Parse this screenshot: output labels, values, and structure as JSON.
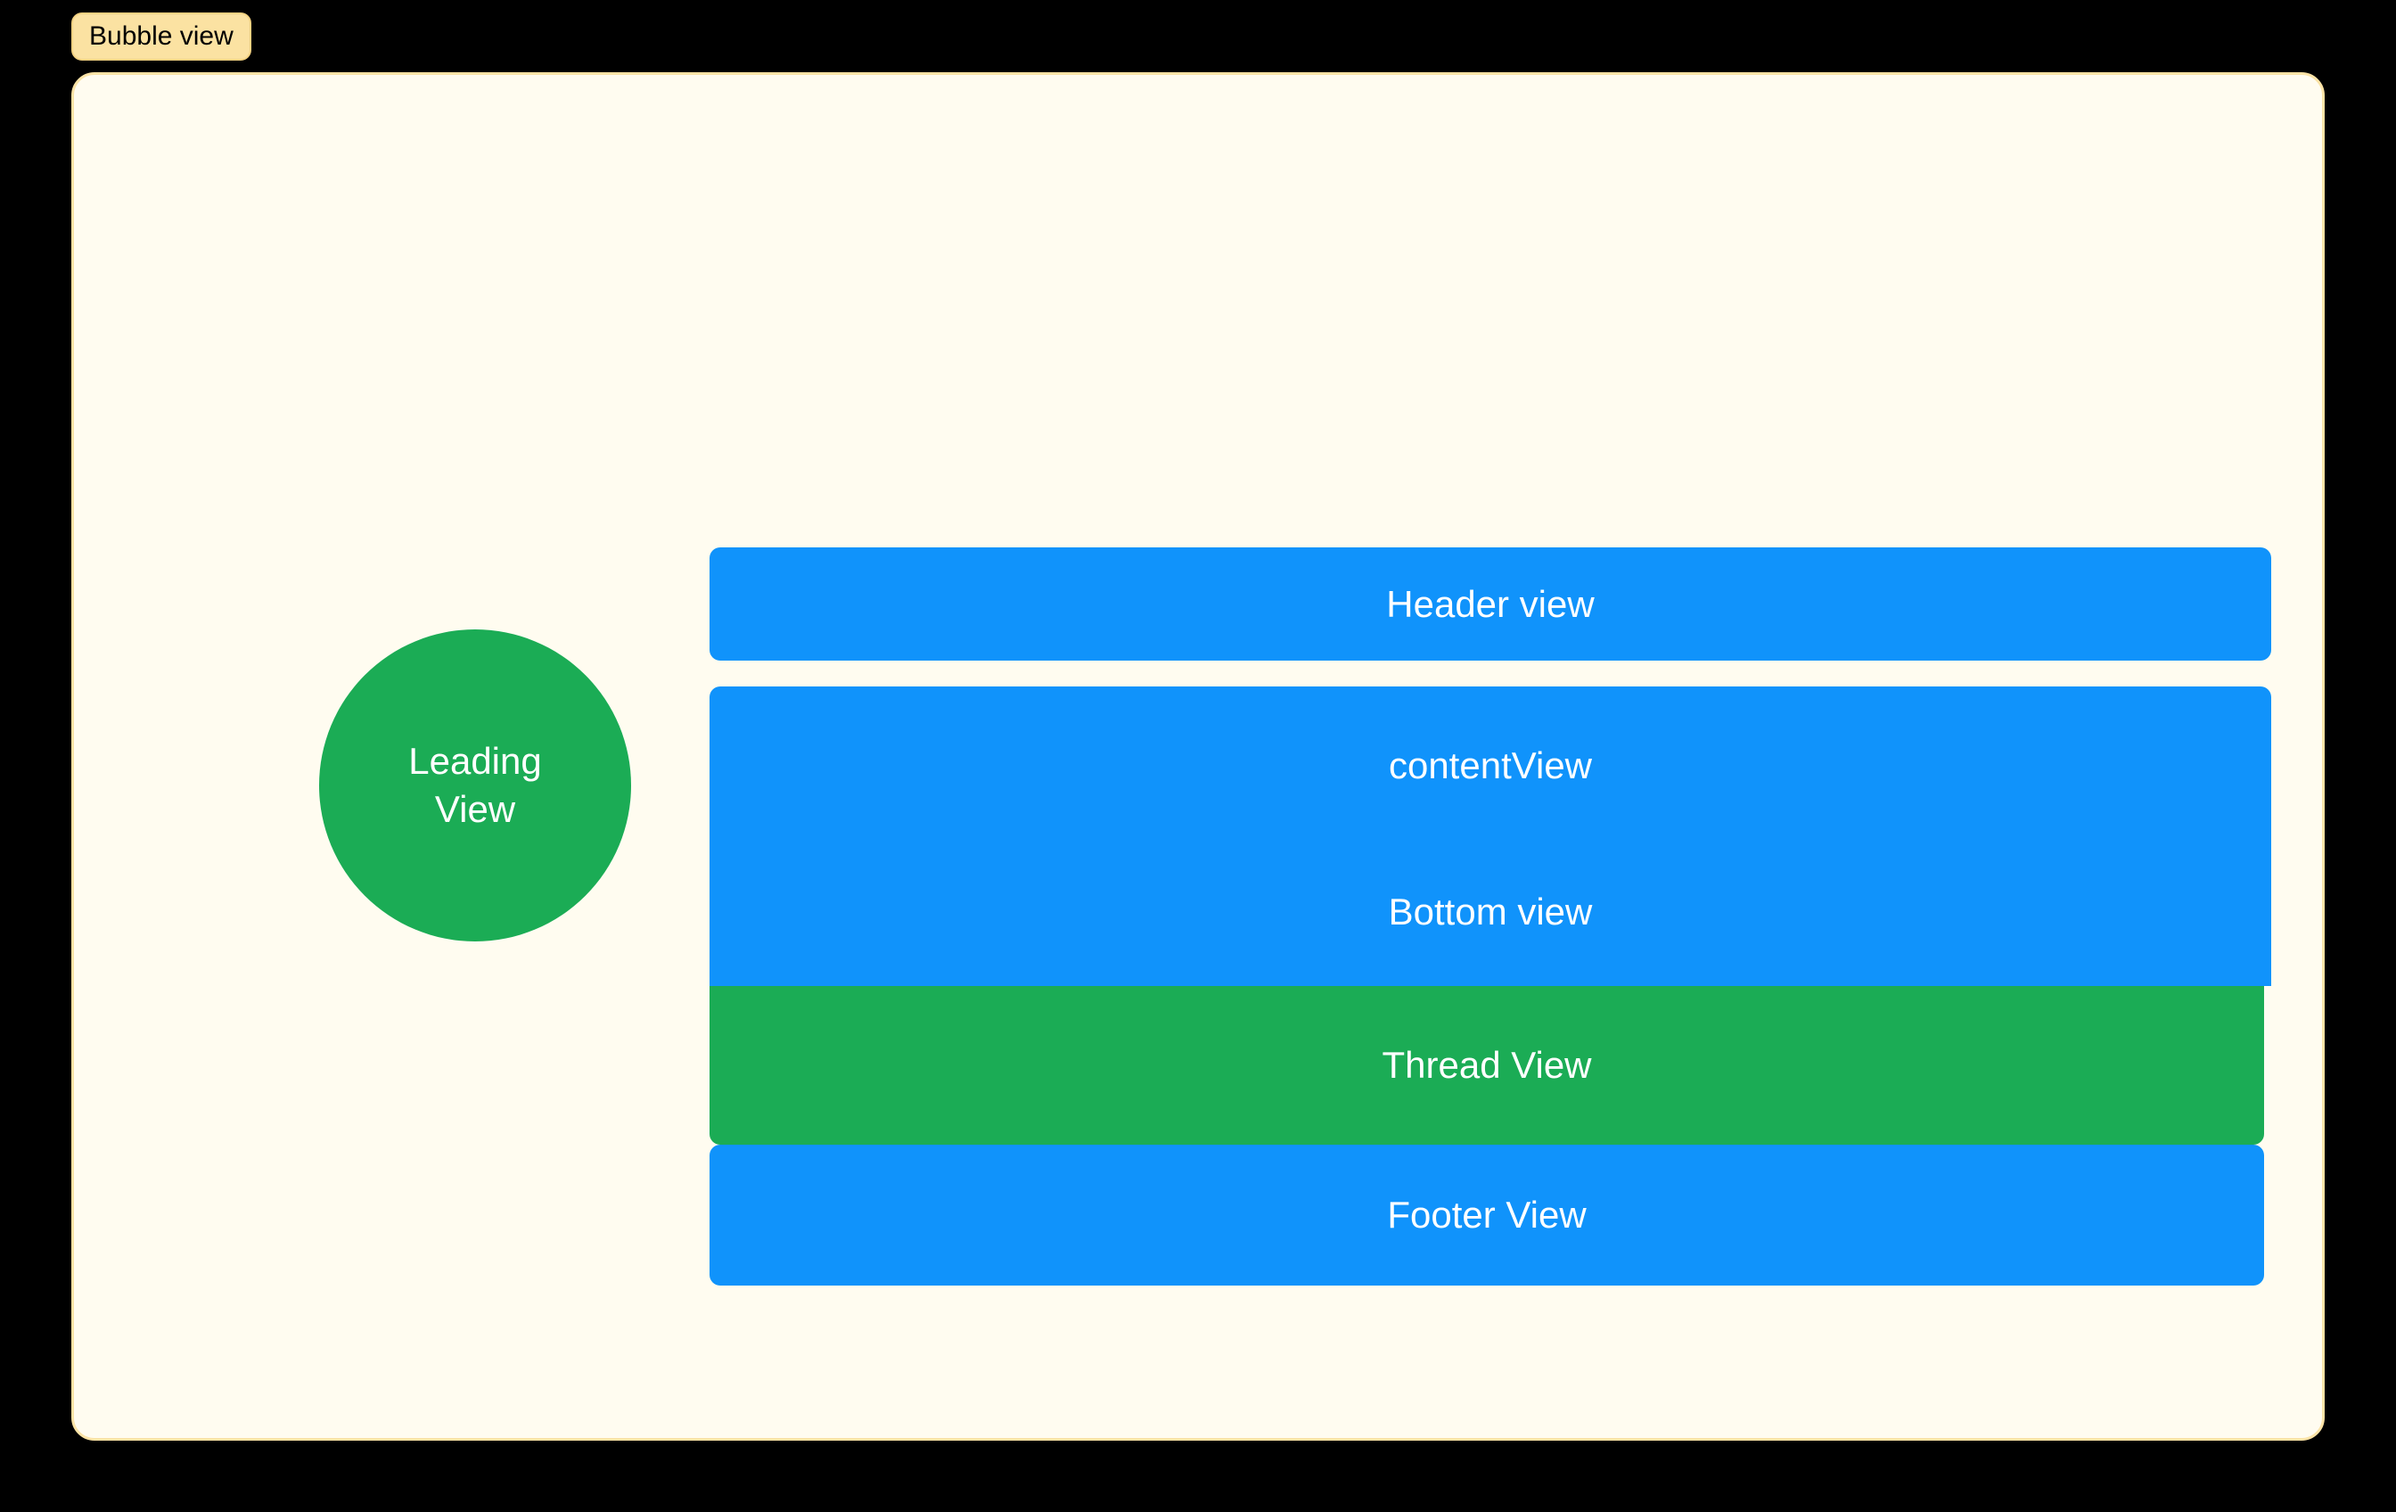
{
  "badge": {
    "label": "Bubble view",
    "background_color": "#FBE2A2",
    "border_color": "#F3D282",
    "text_color": "#000000"
  },
  "canvas": {
    "background_color": "#000000"
  },
  "bubble": {
    "background_color": "#FFFCF0",
    "border_color": "#FBE3A6"
  },
  "leading": {
    "line1": "Leading",
    "line2": "View",
    "color": "#1BAC55",
    "text_color": "#FFFFFF"
  },
  "stack": {
    "header": {
      "label": "Header view",
      "color": "#1093FB",
      "text_color": "#FFFFFF"
    },
    "content": {
      "label": "contentView",
      "bottom_label": "Bottom view",
      "color": "#1093FB",
      "text_color": "#FFFFFF"
    },
    "thread": {
      "label": "Thread View",
      "color": "#1BAC55",
      "text_color": "#FFFFFF"
    },
    "footer": {
      "label": "Footer View",
      "color": "#1093FB",
      "text_color": "#FFFFFF"
    }
  }
}
